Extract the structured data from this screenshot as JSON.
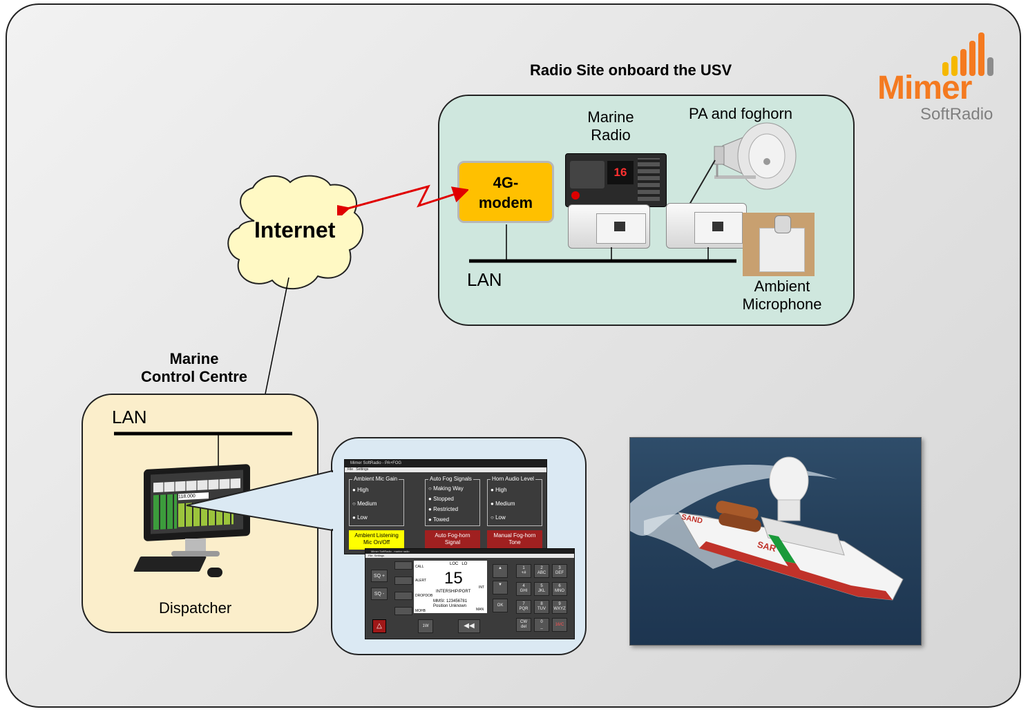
{
  "titles": {
    "usv_site": "Radio Site onboard the USV",
    "control_centre_line1": "Marine",
    "control_centre_line2": "Control Centre"
  },
  "logo": {
    "brand": "Mimer",
    "product": "SoftRadio",
    "colors": {
      "orange": "#f47a20",
      "yellow": "#f5b800",
      "gray": "#7f7f7f"
    }
  },
  "internet": {
    "label": "Internet"
  },
  "usv": {
    "modem_line1": "4G-",
    "modem_line2": "modem",
    "marine_radio_line1": "Marine",
    "marine_radio_line2": "Radio",
    "pa_foghorn": "PA and foghorn",
    "lan": "LAN",
    "ambient_line1": "Ambient",
    "ambient_line2": "Microphone",
    "radio_display_channel": "16"
  },
  "control_centre": {
    "lan": "LAN",
    "dispatcher": "Dispatcher",
    "monitor_display_value": "118.000"
  },
  "pa_window": {
    "title": "Mimer SoftRadio - PA+FOG",
    "menu": [
      "File",
      "Settings"
    ],
    "groups": [
      {
        "label": "Ambient Mic Gain",
        "options": [
          "High",
          "Medium",
          "Low"
        ]
      },
      {
        "label": "Auto Fog Signals",
        "options": [
          "Making Way",
          "Stopped",
          "Restricted",
          "Towed"
        ]
      },
      {
        "label": "Horn Audio Level",
        "options": [
          "High",
          "Medium",
          "Low"
        ]
      }
    ],
    "buttons": [
      {
        "line1": "Ambient Listening",
        "line2": "Mic On/Off",
        "color": "#ffff00"
      },
      {
        "line1": "Auto Fog-horn",
        "line2": "Signal",
        "color": "#a02020"
      },
      {
        "line1": "Manual Fog-horn",
        "line2": "Tone",
        "color": "#a02020"
      }
    ]
  },
  "radio_window": {
    "title": "Mimer SoftRadio - marine radio",
    "menu": [
      "File",
      "Settings"
    ],
    "side_buttons": [
      "SQ +",
      "SQ -"
    ],
    "screen": {
      "left_labels": [
        "CALL",
        "ALERT",
        "DROPDOB",
        "MOHB"
      ],
      "top": "LOC   LO",
      "channel": "15",
      "mode": "INTERSHIP/PORT",
      "right_int": "INT",
      "mmsi": "MMSI: 123456781",
      "position": "Position Unknown",
      "right_man": "MAN"
    },
    "power_button": "1W",
    "ok_button": "OK",
    "keypad": [
      [
        "1",
        "+#"
      ],
      [
        "2",
        "ABC"
      ],
      [
        "3",
        "DEF"
      ],
      [
        "4",
        "GHI"
      ],
      [
        "5",
        "JKL"
      ],
      [
        "6",
        "MNO"
      ],
      [
        "7",
        "PQR"
      ],
      [
        "8",
        "TUV"
      ],
      [
        "9",
        "WXYZ"
      ],
      [
        "CW",
        "del"
      ],
      [
        "0",
        "_"
      ],
      [
        "16/C",
        ""
      ]
    ]
  },
  "boat": {
    "hull_label_1": "SAND",
    "hull_label_2": "SAR"
  }
}
